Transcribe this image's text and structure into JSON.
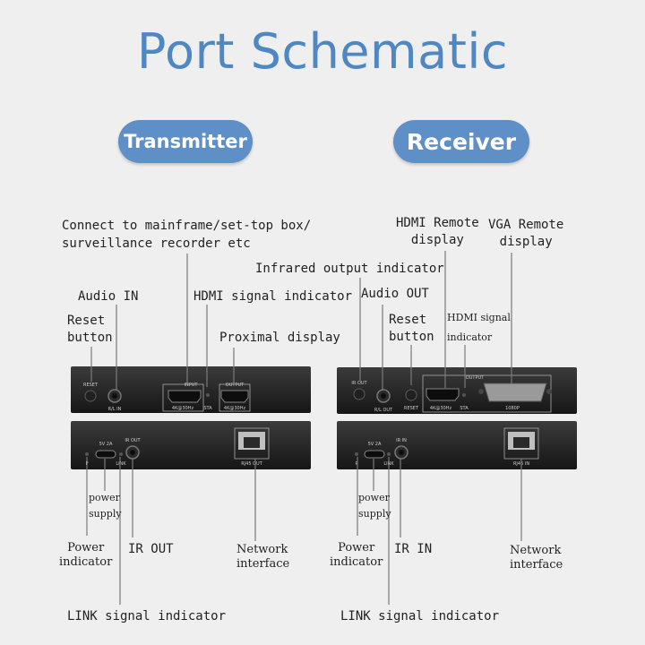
{
  "title": "Port Schematic",
  "transmitter": {
    "heading": "Transmitter",
    "front": {
      "reset": "RESET",
      "rlin": "R/L IN",
      "input": "INPUT",
      "output": "OUTPUT",
      "fmt1": "4K@30Hz",
      "sta": "STA",
      "fmt2": "4K@30Hz"
    },
    "back": {
      "power": "5V 2A",
      "p": "P",
      "link": "LINK",
      "irout": "IR OUT",
      "rj45": "RJ45 OUT"
    },
    "labels": {
      "connect": "Connect to mainframe/set-top box/\nsurveillance recorder etc",
      "audio_in": "Audio IN",
      "hdmi_signal": "HDMI signal indicator",
      "reset": "Reset\nbutton",
      "proximal": "Proximal display",
      "power_supply": "power\nsupply",
      "power_indicator": "Power\nindicator",
      "ir_out": "IR OUT",
      "network": "Network\ninterface",
      "link": "LINK signal indicator"
    }
  },
  "receiver": {
    "heading": "Receiver",
    "front": {
      "irout": "IR OUT",
      "rlout": "R/L OUT",
      "reset": "RESET",
      "output": "OUTPUT",
      "fmt": "4K@30Hz",
      "sta": "STA",
      "vga": "1080P"
    },
    "back": {
      "power": "5V 2A",
      "p": "P",
      "link": "LINK",
      "irin": "IR IN",
      "rj45": "RJ45 IN"
    },
    "labels": {
      "hdmi_remote": "HDMI Remote\ndisplay",
      "vga_remote": "VGA Remote\ndisplay",
      "infrared": "Infrared output indicator",
      "audio_out": "Audio OUT",
      "reset": "Reset\nbutton",
      "hdmi_signal": "HDMI signal\nindicator",
      "power_supply": "power\nsupply",
      "power_indicator": "Power\nindicator",
      "ir_in": "IR IN",
      "network": "Network\ninterface",
      "link": "LINK signal indicator"
    }
  }
}
